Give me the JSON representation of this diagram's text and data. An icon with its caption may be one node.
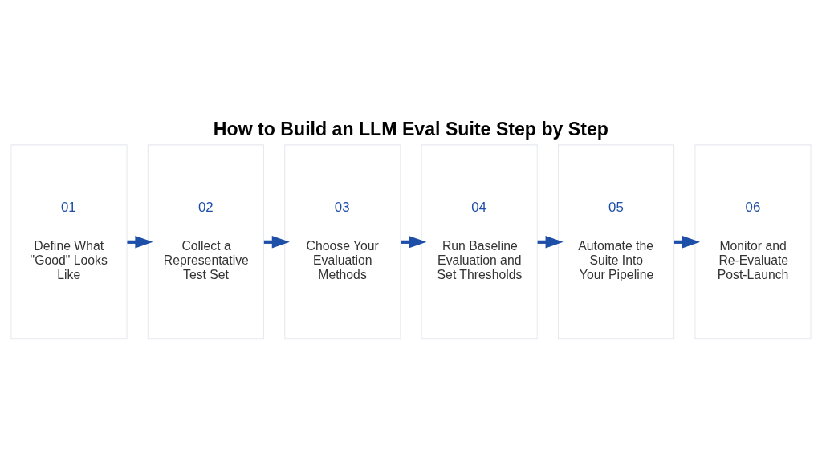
{
  "diagram": {
    "title": "How to Build an LLM Eval Suite Step by Step",
    "nodes": [
      {
        "text": [
          "01",
          "Define What \"Good\" Looks Like"
        ]
      },
      {
        "text": [
          "02",
          "Collect a Representative Test Set"
        ]
      },
      {
        "text": [
          "03",
          "Choose Your Evaluation Methods"
        ]
      },
      {
        "text": [
          "04",
          "Run Baseline Evaluation and Set Thresholds"
        ]
      },
      {
        "text": [
          "05",
          "Automate the Suite Into Your Pipeline"
        ]
      },
      {
        "text": [
          "06",
          "Monitor and Re-Evaluate Post-Launch"
        ]
      }
    ],
    "edges": [
      {
        "from": 0,
        "to": 1,
        "arrow": "to"
      },
      {
        "from": 1,
        "to": 2,
        "arrow": "to"
      },
      {
        "from": 2,
        "to": 3,
        "arrow": "to"
      },
      {
        "from": 3,
        "to": 4,
        "arrow": "to"
      },
      {
        "from": 4,
        "to": 5,
        "arrow": "to"
      }
    ]
  }
}
